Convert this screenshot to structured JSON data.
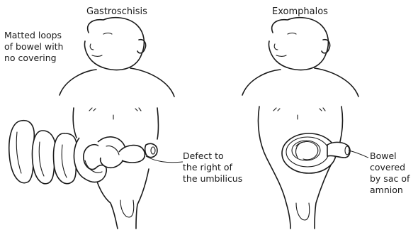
{
  "panels": {
    "left_title": "Gastroschisis",
    "right_title": "Exomphalos"
  },
  "annotations": {
    "matted_loops": [
      "Matted loops",
      "of bowel with",
      "no covering"
    ],
    "defect": [
      "Defect to",
      "the right of",
      "the umbilicus"
    ],
    "bowel_sac": [
      "Bowel",
      "covered",
      "by sac of",
      "amnion"
    ]
  }
}
